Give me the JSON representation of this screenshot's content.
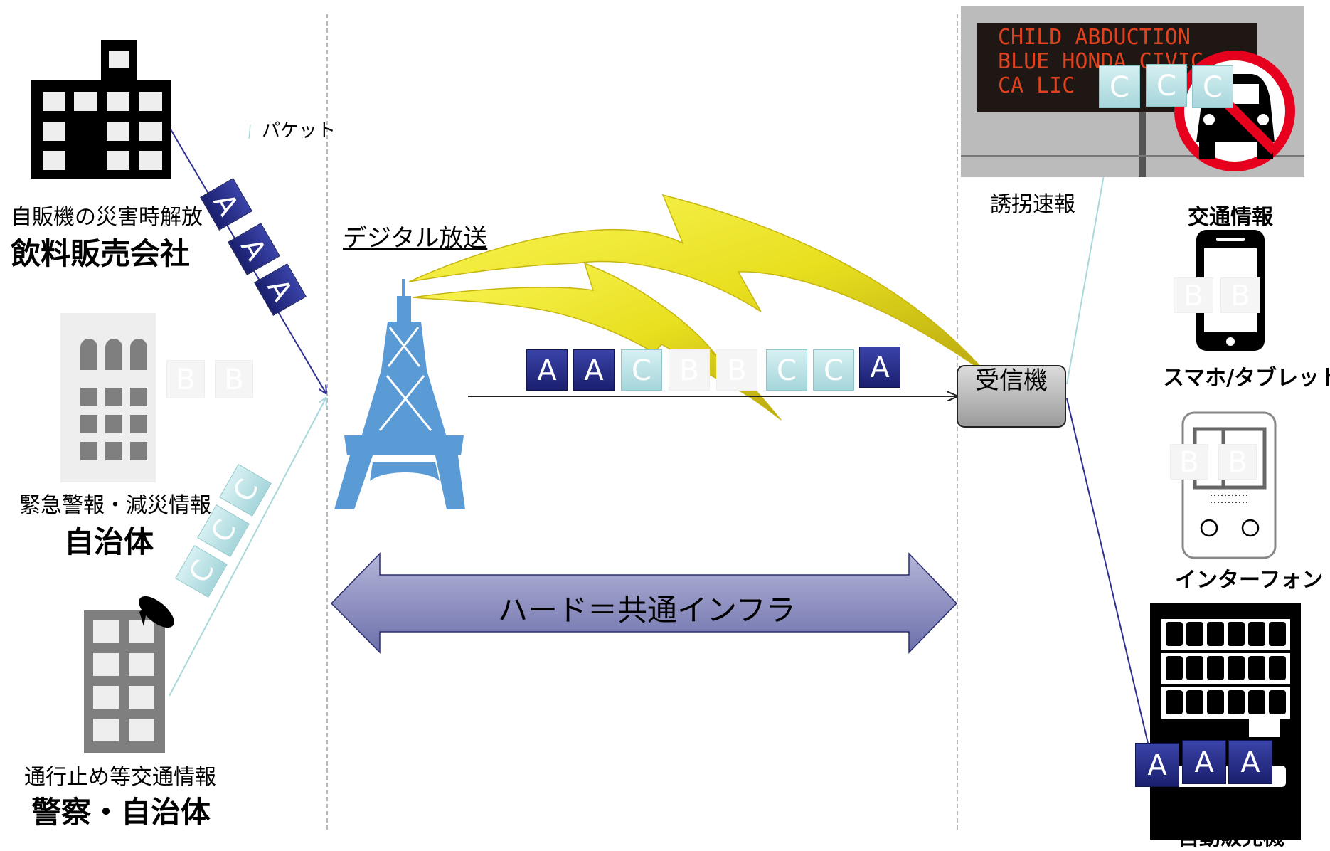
{
  "sources": {
    "beverage": {
      "subtitle": "自販機の災害時解放",
      "name": "飲料販売会社"
    },
    "municipality": {
      "subtitle": "緊急警報・減災情報",
      "name": "自治体"
    },
    "police": {
      "subtitle": "通行止め等交通情報",
      "name": "警察・自治体"
    }
  },
  "packet_label": "パケット",
  "broadcast_label": "デジタル放送",
  "receiver_label": "受信機",
  "infra_label": "ハード＝共通インフラ",
  "stream": [
    "A",
    "A",
    "C",
    "B",
    "B",
    "C",
    "C",
    "A"
  ],
  "packets": {
    "a": "A",
    "b": "B",
    "c": "C"
  },
  "sign": {
    "lines": [
      "CHILD ABDUCTION",
      "BLUE HONDA CIVIC",
      "CA LIC"
    ]
  },
  "devices": {
    "abduction": "誘拐速報",
    "traffic": "交通情報",
    "phone": "スマホ/タブレット",
    "intercom": "インターフォン",
    "vending": "自動販売機"
  },
  "colors": {
    "packet_a": "#232a8c",
    "packet_c": "#b8e0e4",
    "packet_b": "#f2f2f2",
    "tower": "#5b9bd5",
    "lightning": "#f2ee1a",
    "infra_arrow": "#8d8fc0",
    "arrow_dark": "#2e3190",
    "arrow_light": "#a9d8dc",
    "no_sign": "#e6001e"
  }
}
